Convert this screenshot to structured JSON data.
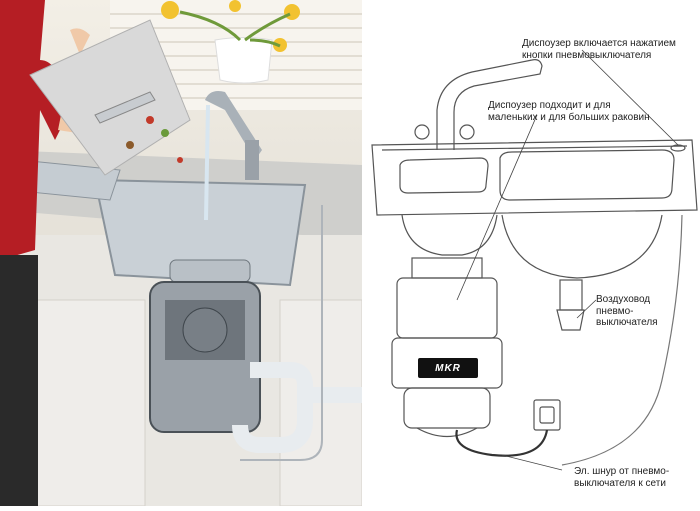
{
  "labels": {
    "button_note": "Диспоузер включается нажатием\nкнопки пневмовыключателя",
    "sink_note": "Диспоузер подходит и для\nмаленьких и для больших раковин",
    "air_tube_note": "Воздуховод\nпневмо-\nвыключателя",
    "cord_note": "Эл. шнур от пневмо-\nвыключателя к сети"
  },
  "brand": "MKR",
  "colors": {
    "sleeve": "#b51e24",
    "line": "#555555",
    "steel": "#9aa1a8",
    "cord": "#333333"
  }
}
